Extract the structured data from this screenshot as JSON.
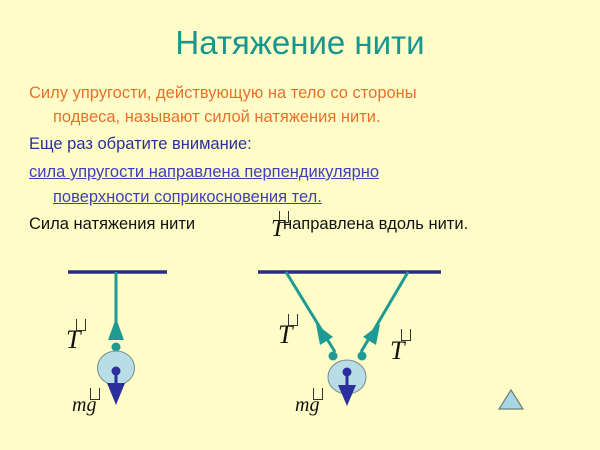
{
  "slide": {
    "title": "Натяжение нити",
    "paragraphs": [
      {
        "text": "Силу упругости, действующую на тело со стороны",
        "color": "#e8702a"
      },
      {
        "text": "подвеса, называют силой натяжения нити.",
        "color": "#e8702a"
      },
      {
        "text": "Еще раз обратите внимание:",
        "color": "#2a2f9a"
      },
      {
        "text": "сила упругости направлена перпендикулярно",
        "color": "#3f3fb8"
      },
      {
        "text": "поверхности соприкосновения тел.",
        "color": "#3f3fb8"
      }
    ],
    "last_line": {
      "before": "Сила натяжения нити",
      "symbol": "T",
      "after": "направлена вдоль нити."
    }
  },
  "diagrams": {
    "left": {
      "tension_label": "T",
      "gravity_label": "mg"
    },
    "right": {
      "tension_label_left": "T",
      "tension_label_right": "T",
      "gravity_label": "mg"
    },
    "colors": {
      "ceiling": "#2b2b8a",
      "thread": "#1e9a94",
      "body_fill": "#b9dde6",
      "body_stroke": "#7a8c8c",
      "gravity_arrow": "#2b2f9e",
      "background": "#fefdc8"
    }
  },
  "navigation": {
    "next_button": "triangle-up",
    "next_button_color": "#a9d6e5"
  }
}
